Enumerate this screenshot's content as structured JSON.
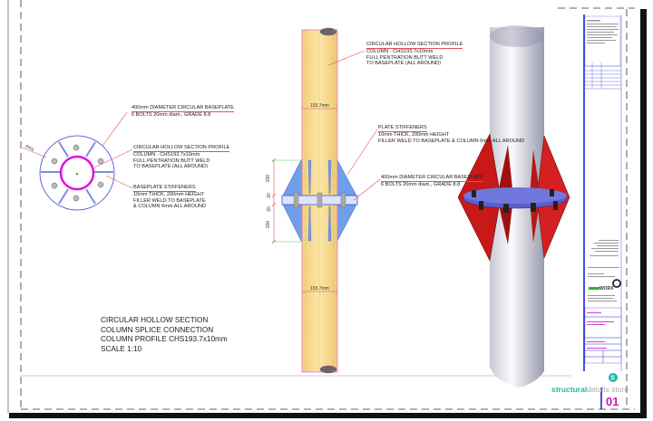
{
  "plan_view": {
    "notes": [
      {
        "heading": "400mm DIAMETER CIRCULAR BASEPLATE",
        "lines": [
          "6 BOLTS 20mm diam., GRADE 8.8"
        ]
      },
      {
        "heading": "CIRCULAR HOLLOW SECTION PROFILE",
        "lines": [
          "COLUMN - CHS193.7x10mm",
          "FULL PENTRATION BUTT WELD",
          "TO BASEPLATE (ALL AROUND)"
        ]
      },
      {
        "heading": "BASEPLATE STIFFENERS",
        "lines": [
          "10mm THICK, 200mm HEIGHT",
          "FILLER WELD TO BASEPLATE",
          "& COLUMN 6mm ALL AROUND"
        ]
      }
    ],
    "dim_label": "Ø400"
  },
  "elevation": {
    "notes": [
      {
        "heading": "CIRCULAR HOLLOW SECTION PROFILE",
        "lines": [
          "COLUMN - CHS193.7x10mm",
          "FULL PENTRATION BUTT WELD",
          "TO BASEPLATE (ALL AROUND)"
        ]
      },
      {
        "heading": "PLATE STIFFENERS",
        "lines": [
          "10mm THICK, 200mm HEIGHT",
          "FILLER WELD TO BASEPLATE & COLUMN 6mm ALL AROUND"
        ]
      },
      {
        "heading": "400mm DIAMETER CIRCULAR BASEPLATE",
        "lines": [
          "6 BOLTS 20mm diam., GRADE 8.8"
        ]
      }
    ],
    "diameter_label": "193.7mm",
    "vertical_dims": [
      "200",
      "20",
      "20",
      "200"
    ]
  },
  "drawing_title": {
    "lines": [
      "CIRCULAR HOLLOW SECTION",
      "COLUMN SPLICE CONNECTION",
      "COLUMN PROFILE CHS193.7x10mm",
      "SCALE 1:10"
    ]
  },
  "title_block": {
    "brand_prefix": "structural",
    "brand_suffix": "details store",
    "sheet_number": "01",
    "logo_text": "WORX"
  },
  "colors": {
    "column": "#f7d98a",
    "baseplate": "#6a78d8",
    "stiffener": "#6f9fe8",
    "stiffener_3d": "#d02020",
    "weld": "#e040d0",
    "leader": "#e05060",
    "brand": "#23b5a9"
  }
}
